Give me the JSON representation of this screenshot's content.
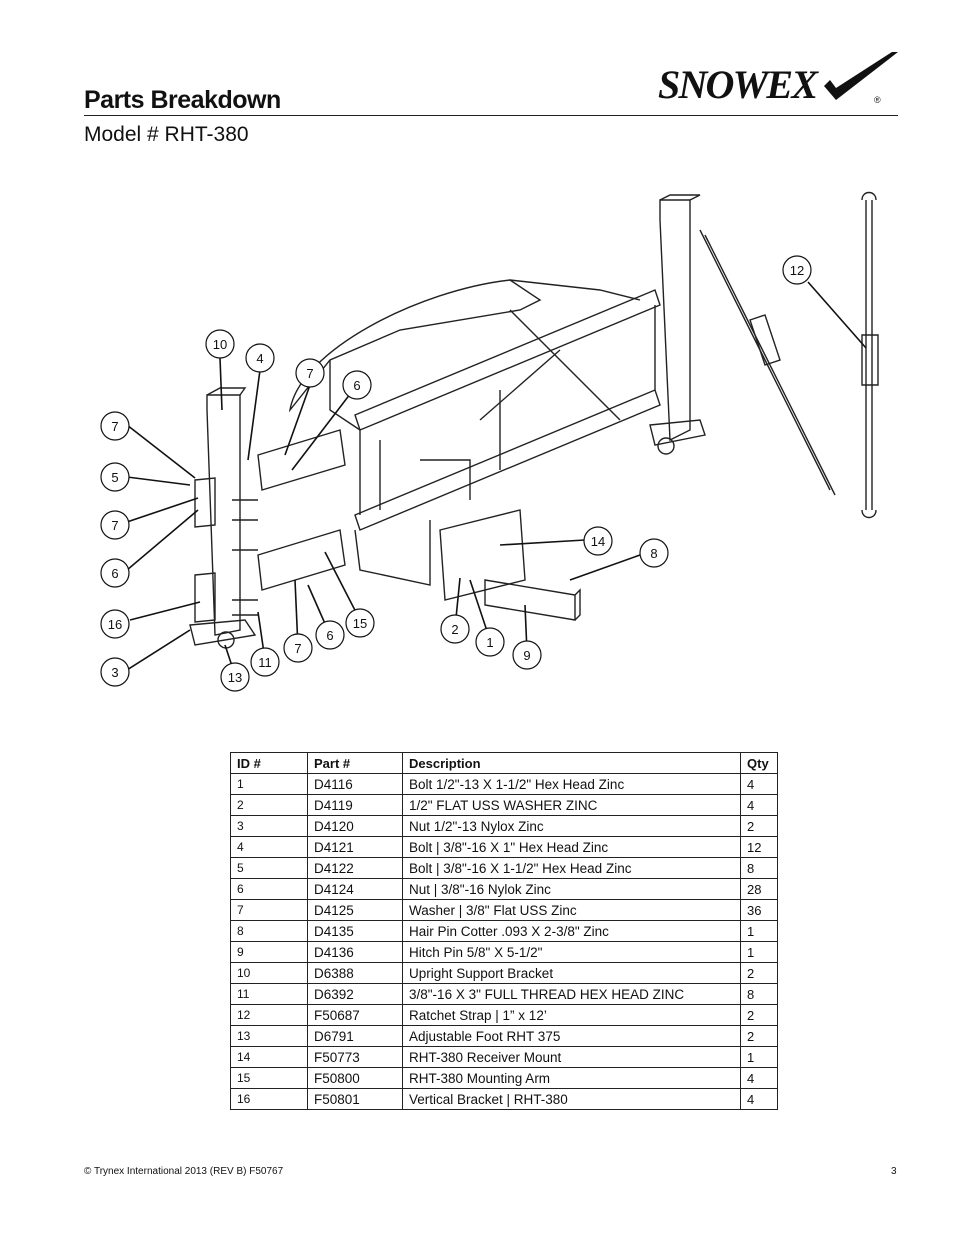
{
  "header": {
    "title": "Parts Breakdown",
    "model": "Model # RHT-380",
    "logo_text": "SnowEx"
  },
  "callouts": [
    "1",
    "2",
    "3",
    "4",
    "5",
    "6",
    "6",
    "6",
    "7",
    "7",
    "7",
    "7",
    "8",
    "9",
    "10",
    "11",
    "12",
    "13",
    "14",
    "15",
    "16"
  ],
  "table": {
    "columns": [
      "ID #",
      "Part #",
      "Description",
      "Qty"
    ],
    "rows": [
      {
        "id": "1",
        "part": "D4116",
        "desc": "Bolt 1/2\"-13 X 1-1/2\" Hex Head Zinc",
        "qty": "4"
      },
      {
        "id": "2",
        "part": "D4119",
        "desc": "1/2\" FLAT USS WASHER ZINC",
        "qty": "4"
      },
      {
        "id": "3",
        "part": "D4120",
        "desc": "Nut 1/2\"-13 Nylox Zinc",
        "qty": "2"
      },
      {
        "id": "4",
        "part": "D4121",
        "desc": "Bolt | 3/8\"-16 X 1\" Hex Head Zinc",
        "qty": "12"
      },
      {
        "id": "5",
        "part": "D4122",
        "desc": "Bolt | 3/8\"-16 X 1-1/2\" Hex Head Zinc",
        "qty": "8"
      },
      {
        "id": "6",
        "part": "D4124",
        "desc": "Nut | 3/8\"-16 Nylok Zinc",
        "qty": "28"
      },
      {
        "id": "7",
        "part": "D4125",
        "desc": "Washer | 3/8\" Flat USS Zinc",
        "qty": "36"
      },
      {
        "id": "8",
        "part": "D4135",
        "desc": "Hair Pin Cotter .093 X 2-3/8\" Zinc",
        "qty": "1"
      },
      {
        "id": "9",
        "part": "D4136",
        "desc": "Hitch Pin 5/8\" X 5-1/2\"",
        "qty": "1"
      },
      {
        "id": "10",
        "part": "D6388",
        "desc": "Upright Support Bracket",
        "qty": "2"
      },
      {
        "id": "11",
        "part": "D6392",
        "desc": "3/8\"-16 X 3\" FULL THREAD HEX HEAD ZINC",
        "qty": "8"
      },
      {
        "id": "12",
        "part": "F50687",
        "desc": "Ratchet Strap | 1” x 12’",
        "qty": "2"
      },
      {
        "id": "13",
        "part": "D6791",
        "desc": "Adjustable Foot RHT 375",
        "qty": "2"
      },
      {
        "id": "14",
        "part": "F50773",
        "desc": "RHT-380 Receiver Mount",
        "qty": "1"
      },
      {
        "id": "15",
        "part": "F50800",
        "desc": "RHT-380 Mounting Arm",
        "qty": "4"
      },
      {
        "id": "16",
        "part": "F50801",
        "desc": "Vertical Bracket | RHT-380",
        "qty": "4"
      }
    ]
  },
  "footer": {
    "copyright": "© Trynex International 2013  (REV B) F50767",
    "page": "3"
  }
}
